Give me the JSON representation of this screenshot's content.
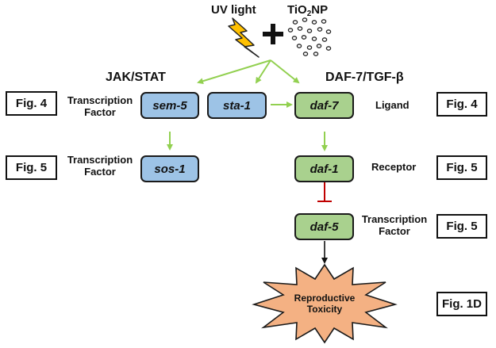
{
  "stimulus": {
    "uv_label": "UV light",
    "nanoparticle_main": "TiO",
    "nanoparticle_sub": "2",
    "nanoparticle_suffix": "NP",
    "plus": "+",
    "icons": [
      "lightning-bolt-icon",
      "particles-icon"
    ]
  },
  "pathways": {
    "left_title": "JAK/STAT",
    "right_title": "DAF-7/TGF-β"
  },
  "genes": {
    "sem5": "sem-5",
    "sta1": "sta-1",
    "sos1": "sos-1",
    "daf7": "daf-7",
    "daf1": "daf-1",
    "daf5": "daf-5"
  },
  "roles": {
    "sem5_role": [
      "Transcription",
      "Factor"
    ],
    "sos1_role": [
      "Transcription",
      "Factor"
    ],
    "daf7_role": "Ligand",
    "daf1_role": "Receptor",
    "daf5_role": [
      "Transcription",
      "Factor"
    ]
  },
  "figure_refs": {
    "sem5": "Fig. 4",
    "sos1": "Fig. 5",
    "daf7": "Fig. 4",
    "daf1": "Fig. 5",
    "daf5": "Fig. 5",
    "outcome": "Fig. 1D"
  },
  "outcome": [
    "Reproductive",
    "Toxicity"
  ],
  "colors": {
    "jak_stat_box": "#9dc3e6",
    "tgf_box": "#a9d18e",
    "activation_arrow": "#92d050",
    "inhibition": "#c00000",
    "outcome_fill": "#f4b183",
    "lightning": "#ffc000"
  }
}
